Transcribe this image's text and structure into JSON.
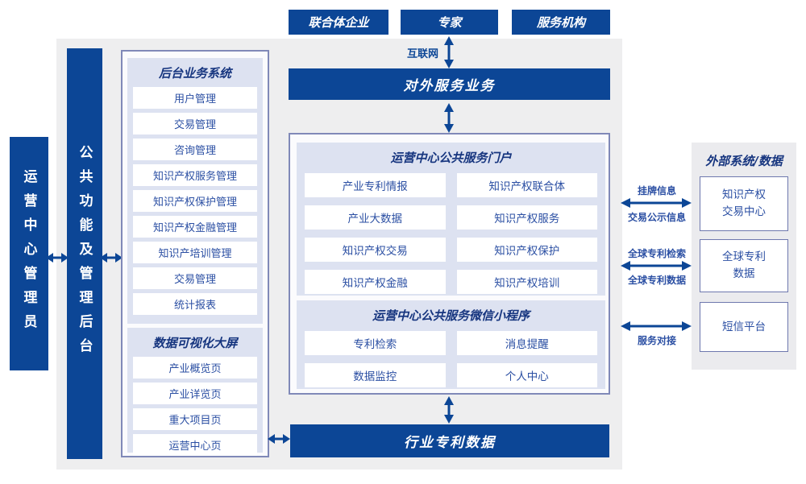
{
  "colors": {
    "primary_blue": "#0c4696",
    "panel_lavender": "#dde2f1",
    "title_navy": "#16357f",
    "item_text_blue": "#2b4fa3",
    "canvas_gray": "#eeeeef",
    "container_border": "#8089b8"
  },
  "top_actors": [
    "联合体企业",
    "专家",
    "服务机构"
  ],
  "internet": {
    "label": "互联网"
  },
  "bars": {
    "external_service": "对外服务业务",
    "industry_patent_data": "行业专利数据",
    "admin": "运营中心管理员",
    "backend_mgmt": "公共功能及管理后台"
  },
  "backend_system": {
    "title": "后台业务系统",
    "items": [
      "用户管理",
      "交易管理",
      "咨询管理",
      "知识产权服务管理",
      "知识产权保护管理",
      "知识产权金融管理",
      "知识产培训管理",
      "交易管理",
      "统计报表"
    ]
  },
  "visualization": {
    "title": "数据可视化大屏",
    "items": [
      "产业概览页",
      "产业详览页",
      "重大项目页",
      "运营中心页"
    ]
  },
  "portal": {
    "title": "运营中心公共服务门户",
    "items": [
      "产业专利情报",
      "知识产权联合体",
      "产业大数据",
      "知识产权服务",
      "知识产权交易",
      "知识产权保护",
      "知识产权金融",
      "知识产权培训"
    ]
  },
  "miniprogram": {
    "title": "运营中心公共服务微信小程序",
    "items": [
      "专利检索",
      "消息提醒",
      "数据监控",
      "个人中心"
    ]
  },
  "external_panel": {
    "title": "外部系统/数据",
    "items": [
      "知识产权\n交易中心",
      "全球专利\n数据",
      "短信平台"
    ]
  },
  "links": {
    "listing_info": "挂牌信息",
    "trade_publicity_info": "交易公示信息",
    "global_patent_search": "全球专利检索",
    "global_patent_data": "全球专利数据",
    "service_connection": "服务对接"
  }
}
